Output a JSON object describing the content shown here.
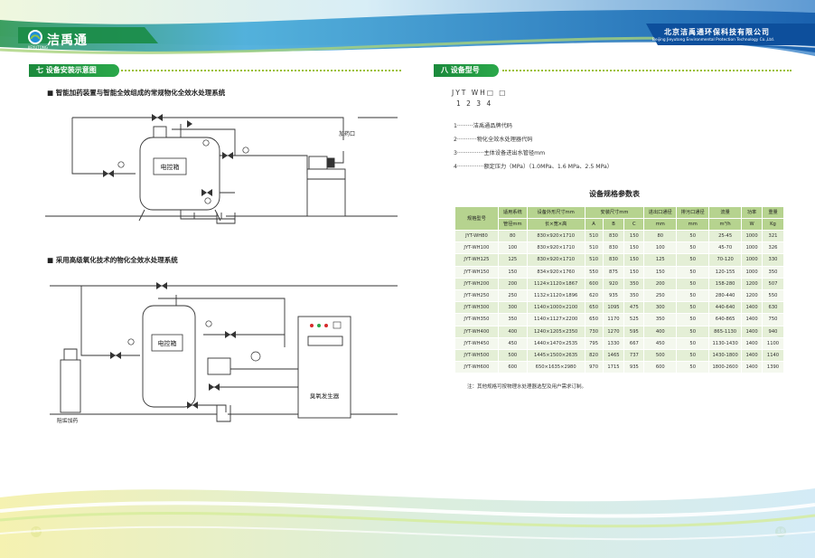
{
  "header": {
    "logo_text": "洁禹通",
    "logo_sub": "JIEYUTONG",
    "company_cn": "北京洁禹通环保科技有限公司",
    "company_en": "Beijing Jieyutong Environmental Protection Technology Co.,Ltd.",
    "colors": {
      "blue": "#1565b5",
      "green": "#4caf50",
      "accent": "#8bb12a"
    }
  },
  "left": {
    "section_title": "七 设备安装示意图",
    "diagram1": {
      "heading": "■ 智能加药装置与智能全效组成的常规物化全效水处理系统",
      "control_box": "电控箱",
      "dosing_port": "加药口"
    },
    "diagram2": {
      "heading": "■ 采用高级氧化技术的物化全效水处理系统",
      "control_box": "电控箱",
      "generator": "臭氧发生器",
      "scale_dosing": "阻垢加药"
    },
    "page_number": "15"
  },
  "right": {
    "section_title": "八 设备型号",
    "model_code": {
      "line1": "JYT   WH□  □",
      "line2": "1       2  3   4"
    },
    "legend": [
      "1·········洁禹通品牌代码",
      "2···········物化全效水处理器代码",
      "3···············主体设备进出水管径mm",
      "4···············额定压力（MPa）（1.0MPa、1.6 MPa、2.5 MPa）"
    ],
    "table_title": "设备规格参数表",
    "table": {
      "header_top": [
        "规格型号",
        "适用系统",
        "设备外形尺寸mm",
        "安装尺寸mm",
        "进出口通径",
        "排污口通径",
        "流量",
        "功率",
        "重量"
      ],
      "header_sub": [
        "管径mm",
        "长×宽×高",
        "A",
        "B",
        "C",
        "mm",
        "mm",
        "m³/h",
        "W",
        "Kg"
      ],
      "rows": [
        [
          "JYT-WH80",
          "80",
          "830×920×1710",
          "510",
          "830",
          "150",
          "80",
          "50",
          "25-45",
          "1000",
          "321"
        ],
        [
          "JYT-WH100",
          "100",
          "830×920×1710",
          "510",
          "830",
          "150",
          "100",
          "50",
          "45-70",
          "1000",
          "326"
        ],
        [
          "JYT-WH125",
          "125",
          "830×920×1710",
          "510",
          "830",
          "150",
          "125",
          "50",
          "70-120",
          "1000",
          "330"
        ],
        [
          "JYT-WH150",
          "150",
          "834×920×1760",
          "550",
          "875",
          "150",
          "150",
          "50",
          "120-155",
          "1000",
          "350"
        ],
        [
          "JYT-WH200",
          "200",
          "1124×1120×1867",
          "600",
          "920",
          "350",
          "200",
          "50",
          "158-280",
          "1200",
          "507"
        ],
        [
          "JYT-WH250",
          "250",
          "1132×1120×1896",
          "620",
          "935",
          "350",
          "250",
          "50",
          "280-440",
          "1200",
          "550"
        ],
        [
          "JYT-WH300",
          "300",
          "1140×1000×2100",
          "650",
          "1095",
          "475",
          "300",
          "50",
          "440-640",
          "1400",
          "630"
        ],
        [
          "JYT-WH350",
          "350",
          "1140×1127×2200",
          "650",
          "1170",
          "525",
          "350",
          "50",
          "640-865",
          "1400",
          "750"
        ],
        [
          "JYT-WH400",
          "400",
          "1240×1205×2350",
          "730",
          "1270",
          "595",
          "400",
          "50",
          "865-1130",
          "1400",
          "940"
        ],
        [
          "JYT-WH450",
          "450",
          "1440×1470×2535",
          "795",
          "1330",
          "667",
          "450",
          "50",
          "1130-1430",
          "1400",
          "1100"
        ],
        [
          "JYT-WH500",
          "500",
          "1445×1500×2635",
          "820",
          "1465",
          "737",
          "500",
          "50",
          "1430-1800",
          "1400",
          "1140"
        ],
        [
          "JYT-WH600",
          "600",
          "650×1635×2980",
          "970",
          "1715",
          "935",
          "600",
          "50",
          "1800-2600",
          "1400",
          "1390"
        ]
      ]
    },
    "note": "注：其他规格可按物理水处理器选型及用户需求订制。",
    "page_number": "16"
  }
}
